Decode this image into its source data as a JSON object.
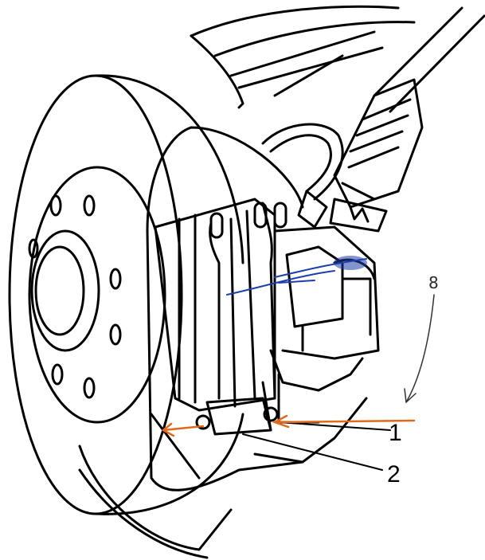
{
  "diagram": {
    "callouts": [
      {
        "id": "1",
        "text": "1"
      },
      {
        "id": "2",
        "text": "2"
      }
    ],
    "handwritten_label": "8",
    "colors": {
      "ink": "#000000",
      "orange_annotation": "#e06a1a",
      "blue_annotation": "#1f3fa8",
      "handwriting": "#333333"
    },
    "icons": [
      "brake-rotor",
      "brake-caliper",
      "brake-hose",
      "axle-boot",
      "hub"
    ]
  }
}
